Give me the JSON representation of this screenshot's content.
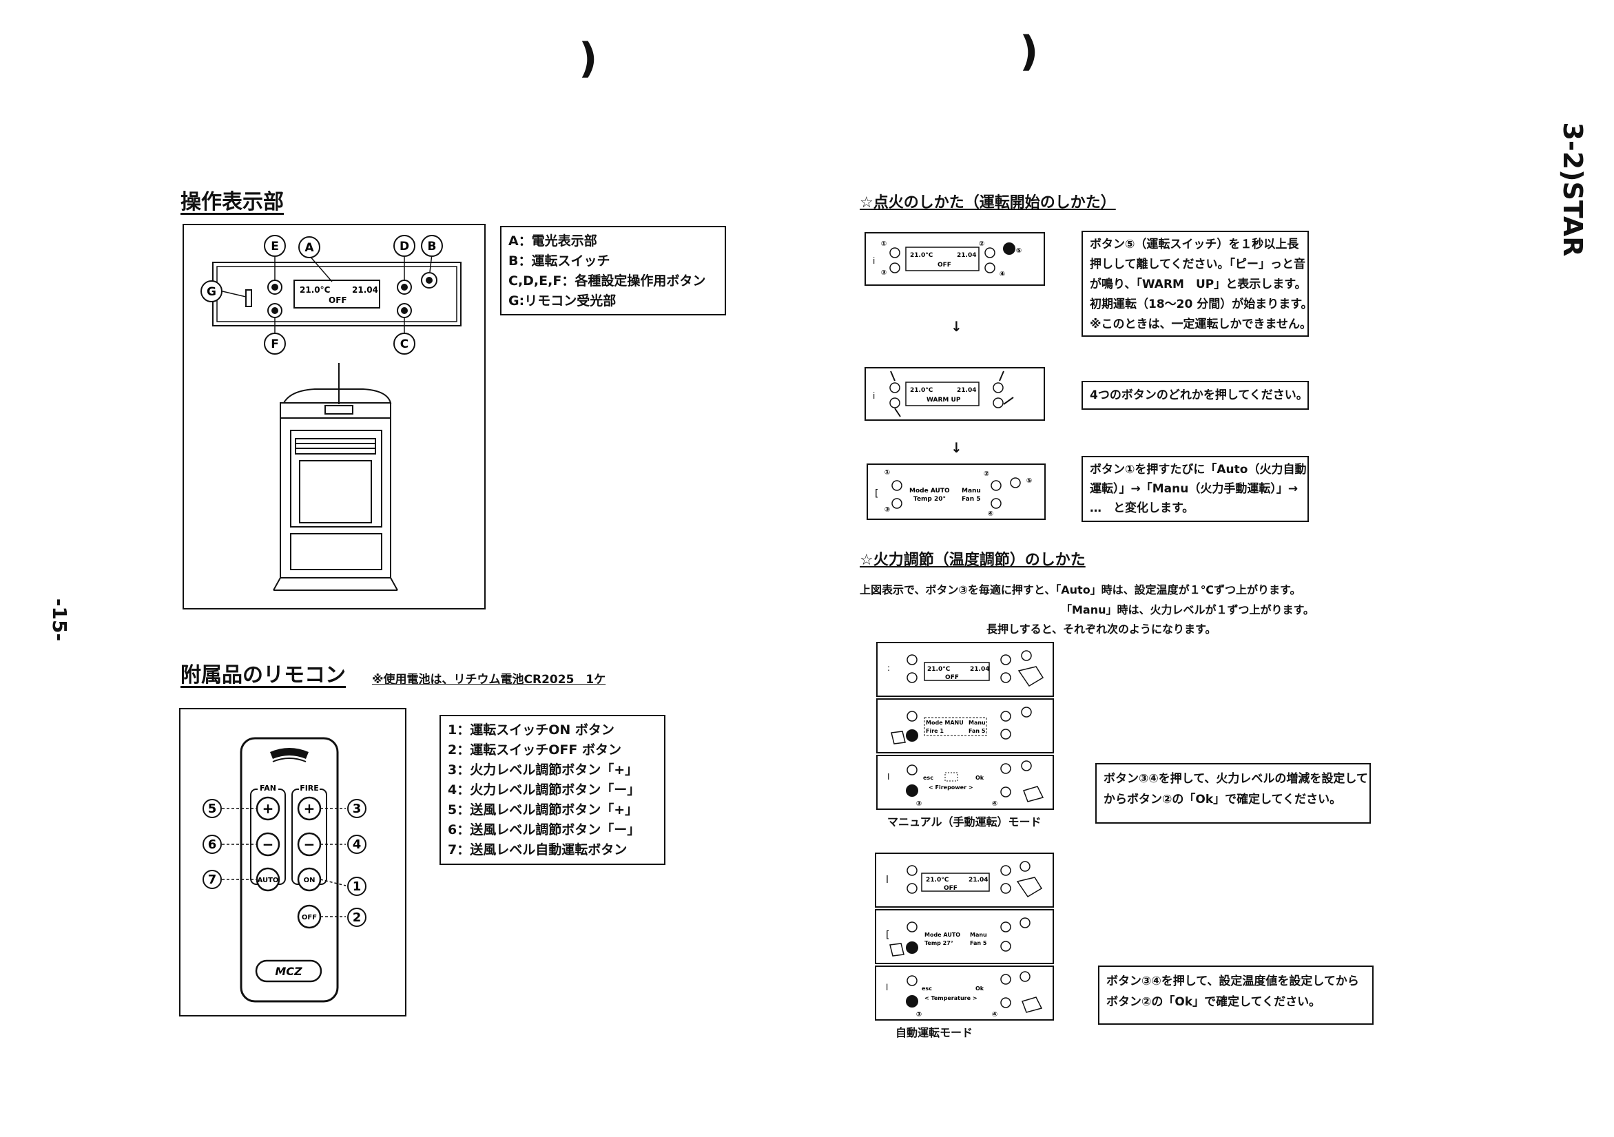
{
  "page": {
    "page_number": "-15-",
    "side_header": "3-2)STAR"
  },
  "left": {
    "panel_title": "操作表示部",
    "panel_display": {
      "temp": "21.0°C",
      "time": "21.04",
      "status": "OFF"
    },
    "panel_letters": [
      "A",
      "B",
      "C",
      "D",
      "E",
      "F",
      "G"
    ],
    "legend": [
      "A：電光表示部",
      "B：運転スイッチ",
      "C,D,E,F：各種設定操作用ボタン",
      "G:リモコン受光部"
    ],
    "remote_title": "附属品のリモコン",
    "remote_note": "※使用電池は、リチウム電池CR2025　1ケ",
    "remote_labels": {
      "fan": "FAN",
      "fire": "FIRE",
      "auto": "AUTO",
      "on": "ON",
      "off": "OFF",
      "brand": "MCZ"
    },
    "remote_numbers": [
      "1",
      "2",
      "3",
      "4",
      "5",
      "6",
      "7"
    ],
    "remote_legend": [
      "1：運転スイッチON ボタン",
      "2：運転スイッチOFF ボタン",
      "3：火力レベル調節ボタン「+」",
      "4：火力レベル調節ボタン「ー」",
      "5：送風レベル調節ボタン「+」",
      "6：送風レベル調節ボタン「ー」",
      "7：送風レベル自動運転ボタン"
    ]
  },
  "right": {
    "ignition_title": "☆点火のしかた（運転開始のしかた）",
    "step1_lines": [
      "ボタン⑤（運転スイッチ）を１秒以上長",
      "押しして離してください。「ピー」っと音",
      "が鳴り、「WARM　UP」と表示します。",
      "初期運転（18〜20 分間）が始まります。",
      "※このときは、一定運転しかできません。"
    ],
    "step2_text": "4つのボタンのどれかを押してください。",
    "step3_lines": [
      "ボタン①を押すたびに「Auto（火力自動",
      "運転）」→「Manu（火力手動運転）」→",
      "…　と変化します。"
    ],
    "arrow": "↓",
    "lcd1": {
      "temp": "21.0°C",
      "time": "21.04",
      "status": "OFF"
    },
    "lcd2": {
      "temp": "21.0°C",
      "time": "21.04",
      "status": "WARM UP"
    },
    "lcd3": {
      "l1a": "Mode AUTO",
      "l1b": "Manu",
      "l2a": "Temp 20°",
      "l2b": "Fan 5"
    },
    "fire_title": "☆火力調節（温度調節）のしかた",
    "fire_lines": [
      "上図表示で、ボタン③を毎適に押すと、「Auto」時は、設定温度が１℃ずつ上がります。",
      "「Manu」時は、火力レベルが１ずつ上がります。",
      "長押しすると、それぞれ次のようになります。"
    ],
    "manual_lcd1": {
      "temp": "21.0°C",
      "time": "21.04",
      "status": "OFF"
    },
    "manual_lcd2": {
      "l1a": "Mode MANU",
      "l1b": "Manu",
      "l2a": "Fire 1",
      "l2b": "Fan 5"
    },
    "manual_lcd3": {
      "l1a": "esc",
      "l1b": "Ok",
      "l2": "< Firepower >"
    },
    "manual_caption": "マニュアル（手動運転）モード",
    "manual_note_lines": [
      "ボタン③④を押して、火力レベルの増減を設定して",
      "からボタン②の「Ok」で確定してください。"
    ],
    "auto_lcd1": {
      "temp": "21.0°C",
      "time": "21.04",
      "status": "OFF"
    },
    "auto_lcd2": {
      "l1a": "Mode AUTO",
      "l1b": "Manu",
      "l2a": "Temp 27°",
      "l2b": "Fan 5"
    },
    "auto_lcd3": {
      "l1a": "esc",
      "l1b": "Ok",
      "l2": "< Temperature >"
    },
    "auto_caption": "自動運転モード",
    "auto_note_lines": [
      "ボタン③④を押して、設定温度値を設定してから",
      "ボタン②の「Ok」で確定してください。"
    ]
  }
}
